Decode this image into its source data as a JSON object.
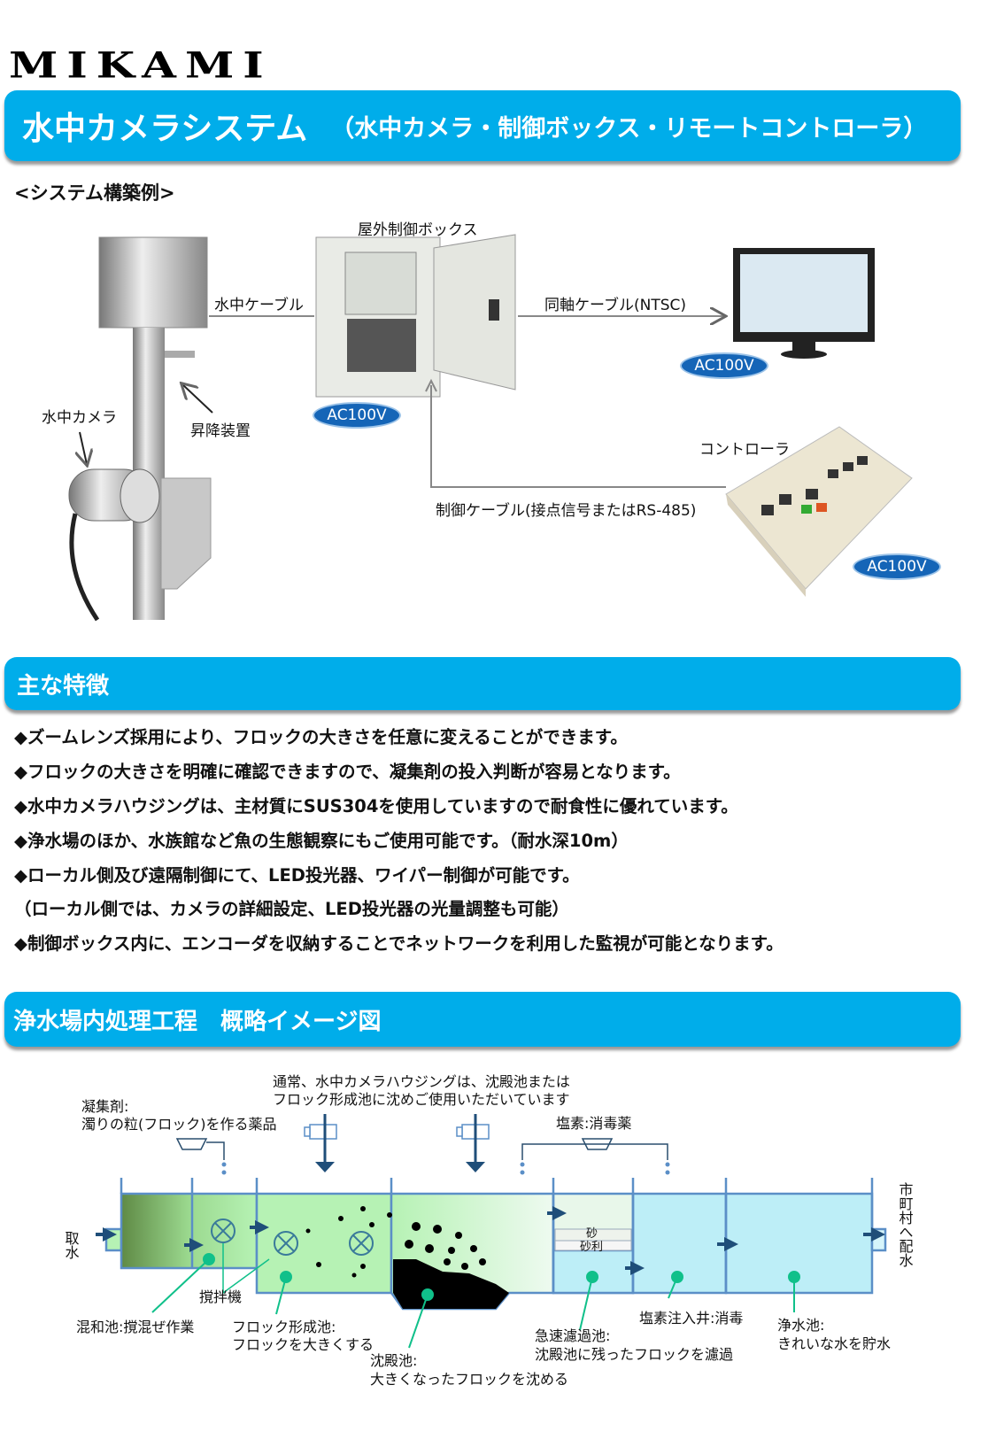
{
  "logo": "MIKAMI",
  "header": {
    "title": "水中カメラシステム",
    "subtitle": "（水中カメラ・制御ボックス・リモートコントローラ）"
  },
  "system": {
    "heading": "<システム構築例>",
    "outdoor_box": "屋外制御ボックス",
    "underwater_cable": "水中ケーブル",
    "coax_cable": "同軸ケーブル(NTSC)",
    "underwater_camera": "水中カメラ",
    "lift_device": "昇降装置",
    "controller": "コントローラ",
    "control_cable": "制御ケーブル(接点信号またはRS-485)",
    "power": [
      "AC100V",
      "AC100V",
      "AC100V"
    ]
  },
  "features": {
    "heading": "主な特徴",
    "items": [
      "◆ズームレンズ採用により、フロックの大きさを任意に変えることができます。",
      "◆フロックの大きさを明確に確認できますので、凝集剤の投入判断が容易となります。",
      "◆水中カメラハウジングは、主材質にSUS304を使用していますので耐食性に優れています。",
      "◆浄水場のほか、水族館など魚の生態観察にもご使用可能です。（耐水深10m）",
      "◆ローカル側及び遠隔制御にて、LED投光器、ワイパー制御が可能です。",
      "（ローカル側では、カメラの詳細設定、LED投光器の光量調整も可能）",
      "◆制御ボックス内に、エンコーダを収納することでネットワークを利用した監視が可能となります。"
    ]
  },
  "process": {
    "heading": "浄水場内処理工程　概略イメージ図",
    "camera_note": [
      "通常、水中カメラハウジングは、沈殿池または",
      "フロック形成池に沈めご使用いただいています"
    ],
    "coagulant": [
      "凝集剤:",
      "濁りの粒(フロック)を作る薬品"
    ],
    "chlorine": "塩素:消毒薬",
    "intake": "取水",
    "distribution": "市町村へ配水",
    "sand": "砂",
    "gravel": "砂利",
    "mixer": "撹拌機",
    "mixing_pond": "混和池:撹混ぜ作業",
    "floc_pond": [
      "フロック形成池:",
      "フロックを大きくする"
    ],
    "settling_pond": [
      "沈殿池:",
      "大きくなったフロックを沈める"
    ],
    "filter_pond": [
      "急速濾過池:",
      "沈殿池に残ったフロックを濾過"
    ],
    "chlorine_well": "塩素注入井:消毒",
    "clean_pond": [
      "浄水池:",
      "きれいな水を貯水"
    ]
  },
  "colors": {
    "accent": "#00adea",
    "badge": "#1565b7",
    "arrow": "#1f4e79",
    "leader": "#10c08a"
  }
}
